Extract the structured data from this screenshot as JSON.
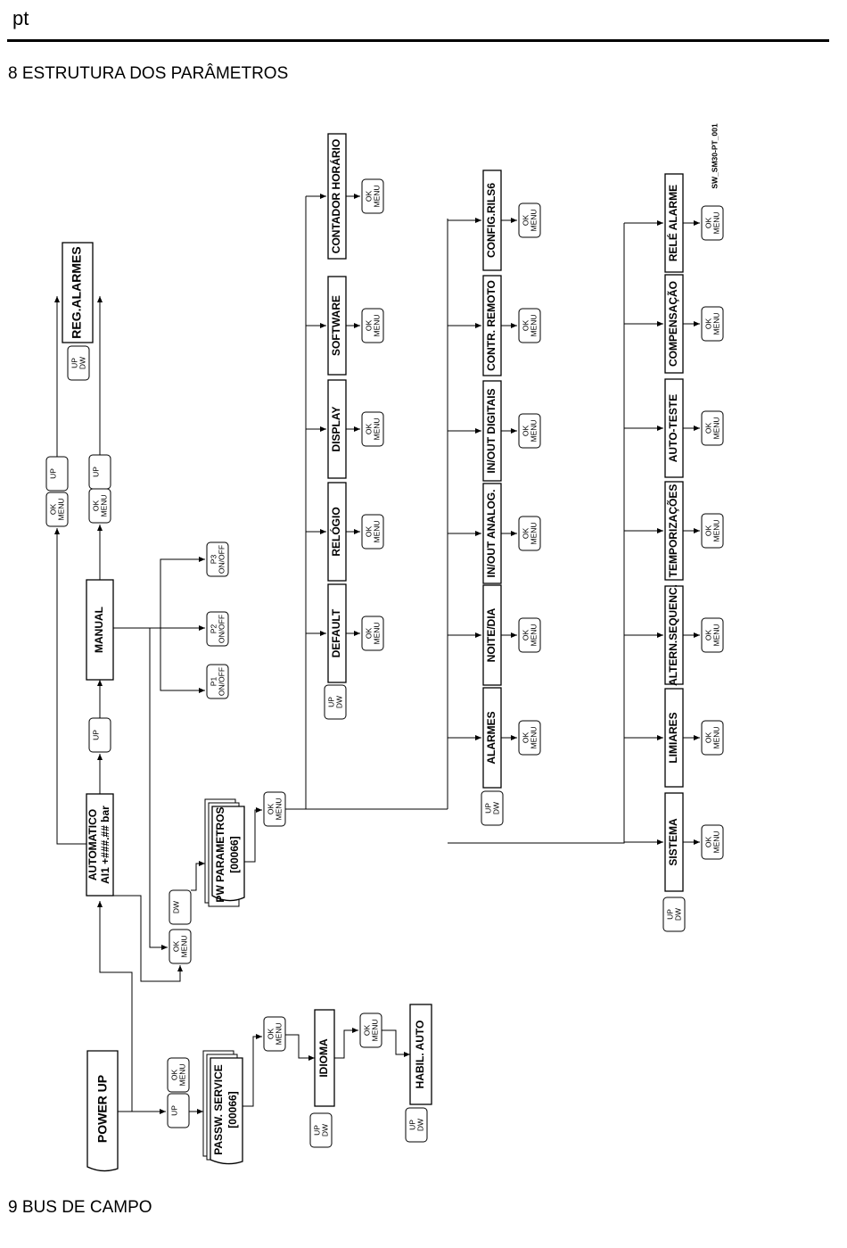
{
  "header": {
    "lang": "pt"
  },
  "sections": {
    "s8": "8 ESTRUTURA DOS PARÂMETROS",
    "s9": "9 BUS DE CAMPO"
  },
  "code": "SW_SM30-PT_001",
  "keys": {
    "ok": "OK",
    "menu": "MENU",
    "up": "UP",
    "dw": "DW"
  },
  "nodes": {
    "power_up": "POWER UP",
    "passw_service": "PASSW. SERVICE",
    "passw_code": "[00066]",
    "idioma": "IDIOMA",
    "habil_auto": "HABIL. AUTO",
    "automatico": "AUTOMATICO",
    "automatico_line": "AI1 +###.## bar",
    "manual": "MANUAL",
    "reg_alarmes": "REG.ALARMES",
    "pw_parametros": "PW PARAMETROS",
    "pw_code": "[00066]",
    "p1": "P1",
    "p2": "P2",
    "p3": "P3",
    "onoff": "ON/OFF"
  },
  "groups": {
    "g1": [
      "DEFAULT",
      "RELÓGIO",
      "DISPLAY",
      "SOFTWARE",
      "CONTADOR HORÁRIO"
    ],
    "g2": [
      "ALARMES",
      "NOITE/DIA",
      "IN/OUT ANALOG.",
      "IN/OUT DIGITAIS",
      "CONTR. REMOTO",
      "CONFIG.RILS6"
    ],
    "g3": [
      "SISTEMA",
      "LIMIARES",
      "ALTERN.SEQUENC.",
      "TEMPORIZAÇÕES",
      "AUTO-TESTE",
      "COMPENSAÇÃO",
      "RELÉ ALARME"
    ]
  }
}
